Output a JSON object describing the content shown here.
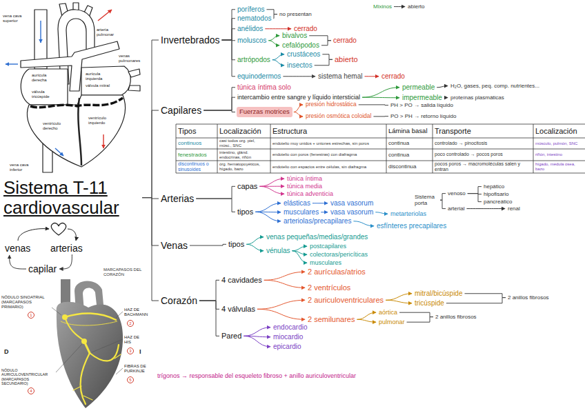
{
  "diagram": {
    "nodes": [
      {
        "text": [
          "Sistema T-11 cardiovascular"
        ]
      },
      {
        "text": [
          "Invertebrados"
        ]
      },
      {
        "text": [
          "Capilares"
        ]
      },
      {
        "text": [
          "Arterias"
        ]
      },
      {
        "text": [
          "Venas"
        ]
      },
      {
        "text": [
          "Corazón"
        ]
      },
      {
        "text": [
          "poríferos"
        ]
      },
      {
        "text": [
          "nematodos"
        ]
      },
      {
        "text": [
          "no presentan"
        ]
      },
      {
        "text": [
          "anélidos"
        ]
      },
      {
        "text": [
          "cerrado"
        ]
      },
      {
        "text": [
          "moluscos"
        ]
      },
      {
        "text": [
          "bivalvos"
        ]
      },
      {
        "text": [
          "cefalópodos"
        ]
      },
      {
        "text": [
          "cerrado"
        ]
      },
      {
        "text": [
          "artrópodos"
        ]
      },
      {
        "text": [
          "crustáceos"
        ]
      },
      {
        "text": [
          "insectos"
        ]
      },
      {
        "text": [
          "abierto"
        ]
      },
      {
        "text": [
          "equinodermos"
        ]
      },
      {
        "text": [
          "sistema hemal"
        ]
      },
      {
        "text": [
          "cerrado"
        ]
      },
      {
        "text": [
          "Mixinos"
        ]
      },
      {
        "text": [
          "abierto"
        ]
      },
      {
        "text": [
          "túnica íntima solo"
        ]
      },
      {
        "text": [
          "intercambio entre sangre y líquido intersticial"
        ]
      },
      {
        "text": [
          "permeable"
        ]
      },
      {
        "text": [
          "H₂O, gases, peq. comp. nutrientes..."
        ]
      },
      {
        "text": [
          "impermeable"
        ]
      },
      {
        "text": [
          "proteínas plasmáticas"
        ]
      },
      {
        "text": [
          "Fuerzas motrices"
        ]
      },
      {
        "text": [
          "presión hidrostática"
        ]
      },
      {
        "text": [
          "presión osmótica coloidal"
        ]
      },
      {
        "text": [
          "PH > PO → salida líquido"
        ]
      },
      {
        "text": [
          "PO > PH → retorno líquido"
        ]
      },
      {
        "text": [
          "capas"
        ]
      },
      {
        "text": [
          "túnica íntima"
        ]
      },
      {
        "text": [
          "túnica media"
        ]
      },
      {
        "text": [
          "túnica adventicia"
        ]
      },
      {
        "text": [
          "tipos"
        ]
      },
      {
        "text": [
          "elásticas"
        ]
      },
      {
        "text": [
          "vasa vasorum"
        ]
      },
      {
        "text": [
          "musculares"
        ]
      },
      {
        "text": [
          "vasa vasorum"
        ]
      },
      {
        "text": [
          "metarteriolas"
        ]
      },
      {
        "text": [
          "arteriolas/precapilares"
        ]
      },
      {
        "text": [
          "esfínteres precapilares"
        ]
      },
      {
        "text": [
          "Sistema porta"
        ]
      },
      {
        "text": [
          "venoso"
        ]
      },
      {
        "text": [
          "hepático"
        ]
      },
      {
        "text": [
          "hipofisario"
        ]
      },
      {
        "text": [
          "pancreático"
        ]
      },
      {
        "text": [
          "arterial"
        ]
      },
      {
        "text": [
          "renal"
        ]
      },
      {
        "text": [
          "tipos"
        ]
      },
      {
        "text": [
          "venas pequeñas/medias/grandes"
        ]
      },
      {
        "text": [
          "vénulas"
        ]
      },
      {
        "text": [
          "postcapilares"
        ]
      },
      {
        "text": [
          "colectoras/pericíticas"
        ]
      },
      {
        "text": [
          "musculares"
        ]
      },
      {
        "text": [
          "4 cavidades"
        ]
      },
      {
        "text": [
          "2 aurículas/atrios"
        ]
      },
      {
        "text": [
          "2 ventrículos"
        ]
      },
      {
        "text": [
          "4 válvulas"
        ]
      },
      {
        "text": [
          "2 auriculoventriculares"
        ]
      },
      {
        "text": [
          "2 semilunares"
        ]
      },
      {
        "text": [
          "mitral/bicúspide"
        ]
      },
      {
        "text": [
          "tricúspide"
        ]
      },
      {
        "text": [
          "2 anillos fibrosos"
        ]
      },
      {
        "text": [
          "aórtica"
        ]
      },
      {
        "text": [
          "pulmonar"
        ]
      },
      {
        "text": [
          "2 anillos fibrosos"
        ]
      },
      {
        "text": [
          "Pared"
        ]
      },
      {
        "text": [
          "endocardio"
        ]
      },
      {
        "text": [
          "miocardio"
        ]
      },
      {
        "text": [
          "epicardio"
        ]
      },
      {
        "text": [
          "venas"
        ]
      },
      {
        "text": [
          "arterias"
        ]
      },
      {
        "text": [
          "capilar"
        ]
      }
    ],
    "edges": [
      {
        "from": 0,
        "to": 1,
        "arrow": "none"
      },
      {
        "from": 0,
        "to": 2,
        "arrow": "none"
      },
      {
        "from": 0,
        "to": 3,
        "arrow": "none"
      },
      {
        "from": 0,
        "to": 4,
        "arrow": "none"
      },
      {
        "from": 0,
        "to": 5,
        "arrow": "none"
      },
      {
        "from": 1,
        "to": 6,
        "arrow": "none"
      },
      {
        "from": 1,
        "to": 7,
        "arrow": "none"
      },
      {
        "from": 1,
        "to": 9,
        "arrow": "none"
      },
      {
        "from": 1,
        "to": 11,
        "arrow": "none"
      },
      {
        "from": 1,
        "to": 15,
        "arrow": "none"
      },
      {
        "from": 1,
        "to": 19,
        "arrow": "none"
      },
      {
        "from": 6,
        "to": 8,
        "arrow": "none"
      },
      {
        "from": 7,
        "to": 8,
        "arrow": "none"
      },
      {
        "from": 9,
        "to": 10,
        "arrow": "to"
      },
      {
        "from": 11,
        "to": 12,
        "arrow": "to"
      },
      {
        "from": 11,
        "to": 13,
        "arrow": "to"
      },
      {
        "from": 12,
        "to": 14,
        "arrow": "none"
      },
      {
        "from": 13,
        "to": 14,
        "arrow": "none"
      },
      {
        "from": 15,
        "to": 16,
        "arrow": "to"
      },
      {
        "from": 15,
        "to": 17,
        "arrow": "to"
      },
      {
        "from": 16,
        "to": 18,
        "arrow": "none"
      },
      {
        "from": 17,
        "to": 18,
        "arrow": "none"
      },
      {
        "from": 19,
        "to": 20,
        "arrow": "to"
      },
      {
        "from": 20,
        "to": 21,
        "arrow": "to"
      },
      {
        "from": 22,
        "to": 23,
        "arrow": "to"
      },
      {
        "from": 2,
        "to": 24,
        "arrow": "none"
      },
      {
        "from": 2,
        "to": 25,
        "arrow": "none"
      },
      {
        "from": 2,
        "to": 30,
        "arrow": "none"
      },
      {
        "from": 25,
        "to": 26,
        "arrow": "to"
      },
      {
        "from": 25,
        "to": 28,
        "arrow": "to"
      },
      {
        "from": 26,
        "to": 27,
        "arrow": "to"
      },
      {
        "from": 28,
        "to": 29,
        "arrow": "to"
      },
      {
        "from": 30,
        "to": 31,
        "arrow": "to"
      },
      {
        "from": 30,
        "to": 32,
        "arrow": "to"
      },
      {
        "from": 31,
        "to": 33,
        "arrow": "none"
      },
      {
        "from": 32,
        "to": 34,
        "arrow": "none"
      },
      {
        "from": 3,
        "to": 35,
        "arrow": "none"
      },
      {
        "from": 3,
        "to": 39,
        "arrow": "none"
      },
      {
        "from": 35,
        "to": 36,
        "arrow": "to"
      },
      {
        "from": 35,
        "to": 37,
        "arrow": "to"
      },
      {
        "from": 35,
        "to": 38,
        "arrow": "to"
      },
      {
        "from": 39,
        "to": 40,
        "arrow": "to"
      },
      {
        "from": 39,
        "to": 42,
        "arrow": "to"
      },
      {
        "from": 39,
        "to": 45,
        "arrow": "to"
      },
      {
        "from": 40,
        "to": 41,
        "arrow": "to"
      },
      {
        "from": 42,
        "to": 43,
        "arrow": "to"
      },
      {
        "from": 43,
        "to": 44,
        "arrow": "to"
      },
      {
        "from": 45,
        "to": 46,
        "arrow": "to"
      },
      {
        "from": 47,
        "to": 48,
        "arrow": "none"
      },
      {
        "from": 47,
        "to": 52,
        "arrow": "none"
      },
      {
        "from": 48,
        "to": 49,
        "arrow": "none"
      },
      {
        "from": 48,
        "to": 50,
        "arrow": "none"
      },
      {
        "from": 48,
        "to": 51,
        "arrow": "none"
      },
      {
        "from": 52,
        "to": 53,
        "arrow": "to"
      },
      {
        "from": 4,
        "to": 54,
        "arrow": "none"
      },
      {
        "from": 54,
        "to": 55,
        "arrow": "to"
      },
      {
        "from": 54,
        "to": 56,
        "arrow": "to"
      },
      {
        "from": 56,
        "to": 57,
        "arrow": "to"
      },
      {
        "from": 56,
        "to": 58,
        "arrow": "to"
      },
      {
        "from": 56,
        "to": 59,
        "arrow": "to"
      },
      {
        "from": 5,
        "to": 60,
        "arrow": "none"
      },
      {
        "from": 5,
        "to": 63,
        "arrow": "none"
      },
      {
        "from": 5,
        "to": 72,
        "arrow": "none"
      },
      {
        "from": 60,
        "to": 61,
        "arrow": "to"
      },
      {
        "from": 60,
        "to": 62,
        "arrow": "to"
      },
      {
        "from": 63,
        "to": 64,
        "arrow": "to"
      },
      {
        "from": 63,
        "to": 65,
        "arrow": "to"
      },
      {
        "from": 64,
        "to": 66,
        "arrow": "to"
      },
      {
        "from": 64,
        "to": 67,
        "arrow": "to"
      },
      {
        "from": 66,
        "to": 68,
        "arrow": "none"
      },
      {
        "from": 67,
        "to": 68,
        "arrow": "none"
      },
      {
        "from": 65,
        "to": 69,
        "arrow": "to"
      },
      {
        "from": 65,
        "to": 70,
        "arrow": "to"
      },
      {
        "from": 69,
        "to": 71,
        "arrow": "none"
      },
      {
        "from": 70,
        "to": 71,
        "arrow": "none"
      },
      {
        "from": 72,
        "to": 73,
        "arrow": "to"
      },
      {
        "from": 72,
        "to": 74,
        "arrow": "to"
      },
      {
        "from": 72,
        "to": 75,
        "arrow": "to"
      },
      {
        "from": 77,
        "to": 78,
        "arrow": "to"
      },
      {
        "from": 78,
        "to": 76,
        "arrow": "to"
      }
    ],
    "labels": [
      "vena cava superior",
      "arteria pulmonar",
      "venas pulmonares",
      "aurícula derecha",
      "aurícula izquierda",
      "válvula tricúspide",
      "válvula mitral",
      "ventrículo derecho",
      "ventrículo izquierdo",
      "vena cava inferior",
      "MARCAPASOS DEL CORAZÓN",
      "NÓDULO SINOATRIAL (MARCAPASOS PRIMARIO)",
      "1",
      "HAZ DE BACHMANN",
      "2",
      "HAZ DE HIS",
      "3",
      "NÓDULO AURICULOVENTRICULAR (MARCAPASOS SECUNDARIO)",
      "4",
      "FIBRAS DE PURKINJE",
      "5",
      "D",
      "I",
      "Tipos",
      "Localización",
      "Estructura",
      "Lámina basal",
      "Transporte",
      "Localización",
      "continuos",
      "casi todos org. piel, músc., SNC",
      "endotelio muy unidos + uniones estrechas, sin poros",
      "continua",
      "controlado → pinocitosis",
      "músculo, pulmón, SNC",
      "fenestrados",
      "intestino, glánd. endocrinas, riñón",
      "endotelio con poros (fenestras) con diafragma",
      "continua",
      "poco controlado → pocos poros",
      "riñón, intestino",
      "discontinuos o sinusoides",
      "órg. hematopoyéticos, hígado, bazo",
      "endotelio con espacios entre células, sin diafragma",
      "discontinua",
      "pocos poros → macromoléculas salen y entran",
      "hígado, médula ósea, bazo",
      "trígonos → responsable del esqueleto fibroso + anillo auriculoventricular"
    ]
  }
}
